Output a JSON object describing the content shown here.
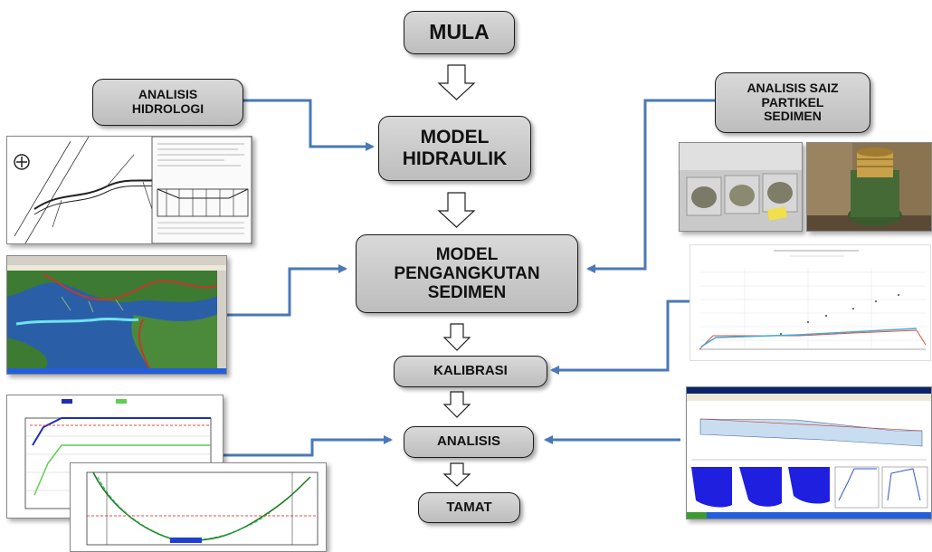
{
  "nodes": {
    "mula": "MULA",
    "model_hidraulik": "MODEL\nHIDRAULIK",
    "model_pengangkutan": "MODEL\nPENGANGKUTAN\nSEDIMEN",
    "kalibrasi": "KALIBRASI",
    "analisis": "ANALISIS",
    "tamat": "TAMAT",
    "analisis_hidrologi": "ANALISIS\nHIDROLOGI",
    "analisis_saiz": "ANALISIS SAIZ\nPARTIKEL\nSEDIMEN"
  },
  "colors": {
    "box_fill": "#c9c9c9",
    "connector": "#4a78b8",
    "terrain_green": "#2e6b2e",
    "water_blue": "#1f4fc4"
  },
  "pictures": [
    "hydrological-map",
    "hydraulic-model-3d-terrain",
    "sediment-sample-trays",
    "sieve-shaker",
    "calibration-scatter-chart",
    "hydraulic-profile-charts",
    "cross-section-plot",
    "river-profile-software"
  ]
}
